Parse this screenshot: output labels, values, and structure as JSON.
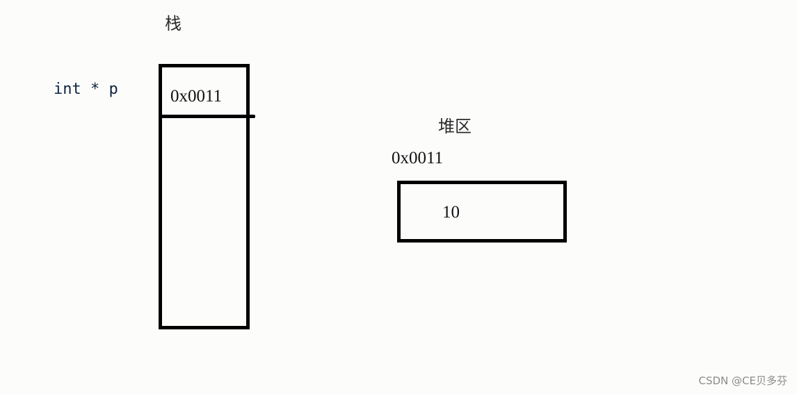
{
  "stack": {
    "title": "栈",
    "pointer_decl": "int * p",
    "cell_value": "0x0011"
  },
  "heap": {
    "title": "堆区",
    "address": "0x0011",
    "cell_value": "10"
  },
  "watermark": "CSDN @CE贝多芬"
}
